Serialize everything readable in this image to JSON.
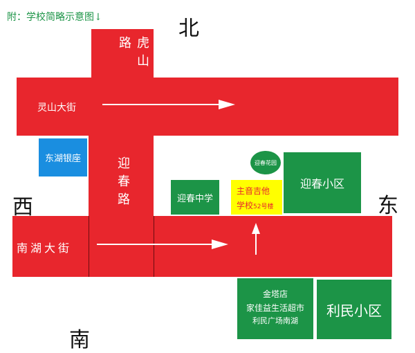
{
  "title": "附：学校简略示意图↓",
  "compass": {
    "north": "北",
    "south": "南",
    "east": "东",
    "west": "西"
  },
  "roads": {
    "hushan": "虎山路",
    "lingshan": "灵山大街",
    "yingchun": "迎春路",
    "nanhu": "南湖大街"
  },
  "places": {
    "donghu_yinzuo": "东湖银座",
    "yingchun_middle": "迎春中学",
    "school_line1": "主音吉他",
    "school_line2": "学校",
    "school_building": "52号楼",
    "yingchun_garden": "迎春花园",
    "yingchun_community": "迎春小区",
    "jinta_line1": "金塔店",
    "jinta_line2": "家佳益生活超市",
    "jinta_line3": "利民广场南湖",
    "limin_community": "利民小区"
  },
  "colors": {
    "road": "#e8262d",
    "building": "#1c9447",
    "bank": "#1a8ee0",
    "school": "#ffff00",
    "school_text": "#e8262d"
  }
}
